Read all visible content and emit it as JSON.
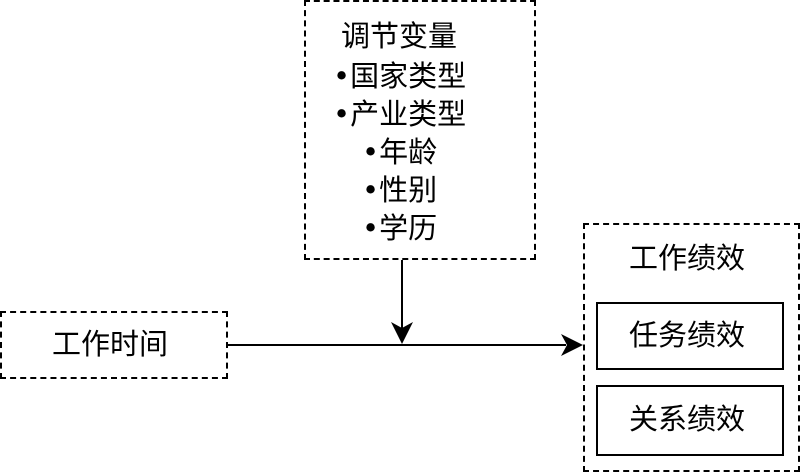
{
  "moderator": {
    "title": "调节变量",
    "items": [
      "国家类型",
      "产业类型",
      "年龄",
      "性别",
      "学历"
    ],
    "bullet": "•"
  },
  "independent": {
    "label": "工作时间"
  },
  "dependent": {
    "title": "工作绩效",
    "sub_items": [
      "任务绩效",
      "关系绩效"
    ]
  },
  "edges": [
    {
      "from": "工作时间",
      "to": "工作绩效",
      "type": "arrow"
    },
    {
      "from": "调节变量",
      "to": "工作时间→工作绩效",
      "type": "moderating-arrow"
    }
  ]
}
